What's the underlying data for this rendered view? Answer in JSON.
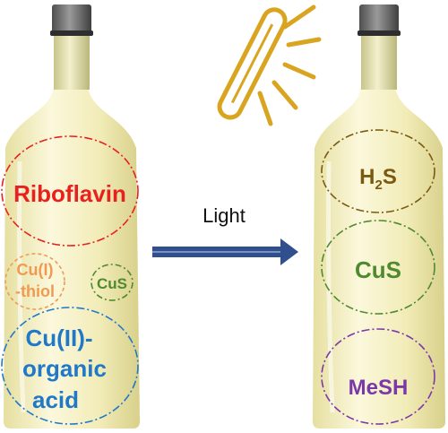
{
  "left_bottle": {
    "labels": {
      "riboflavin": "Riboflavin",
      "cu_thiol_line1": "Cu(I)",
      "cu_thiol_line2": "-thiol",
      "cus": "CuS",
      "cu_organic_line1": "Cu(II)-",
      "cu_organic_line2": "organic",
      "cu_organic_line3": "acid"
    }
  },
  "arrow": {
    "label": "Light"
  },
  "right_bottle": {
    "labels": {
      "h2s_main": "H",
      "h2s_sub": "2",
      "h2s_tail": "S",
      "cus": "CuS",
      "mesh": "MeSH"
    }
  },
  "colors": {
    "riboflavin": "#e8201e",
    "cu_thiol": "#f09a50",
    "cus": "#4f8a2e",
    "cu_organic": "#1f78c8",
    "h2s": "#7a5a10",
    "mesh": "#7d38a8",
    "arrow": "#2f4f8f",
    "lamp": "#d9a520",
    "bottle_glass": "#f2ecb8"
  },
  "icons": [
    "wine-bottle-icon",
    "lamp-icon",
    "arrow-right-icon"
  ]
}
